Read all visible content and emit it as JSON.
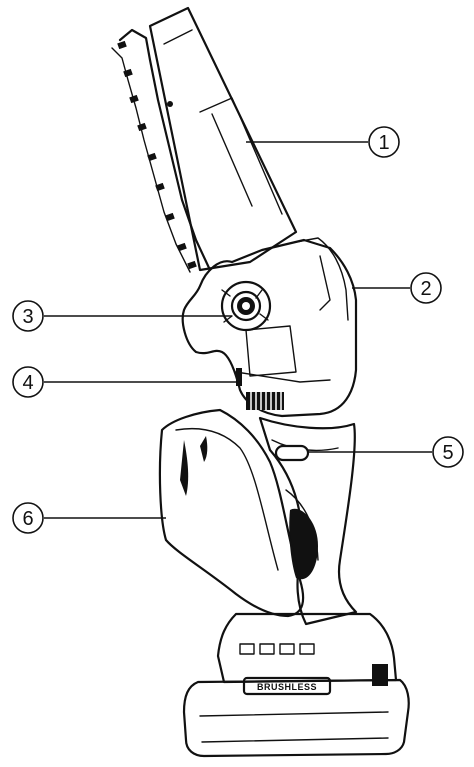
{
  "callouts": [
    {
      "id": "1",
      "label": "①"
    },
    {
      "id": "2",
      "label": "②"
    },
    {
      "id": "3",
      "label": "③"
    },
    {
      "id": "4",
      "label": "④"
    },
    {
      "id": "5",
      "label": "⑤"
    },
    {
      "id": "6",
      "label": "⑥"
    }
  ],
  "battery_badge": "BRUSHLESS"
}
